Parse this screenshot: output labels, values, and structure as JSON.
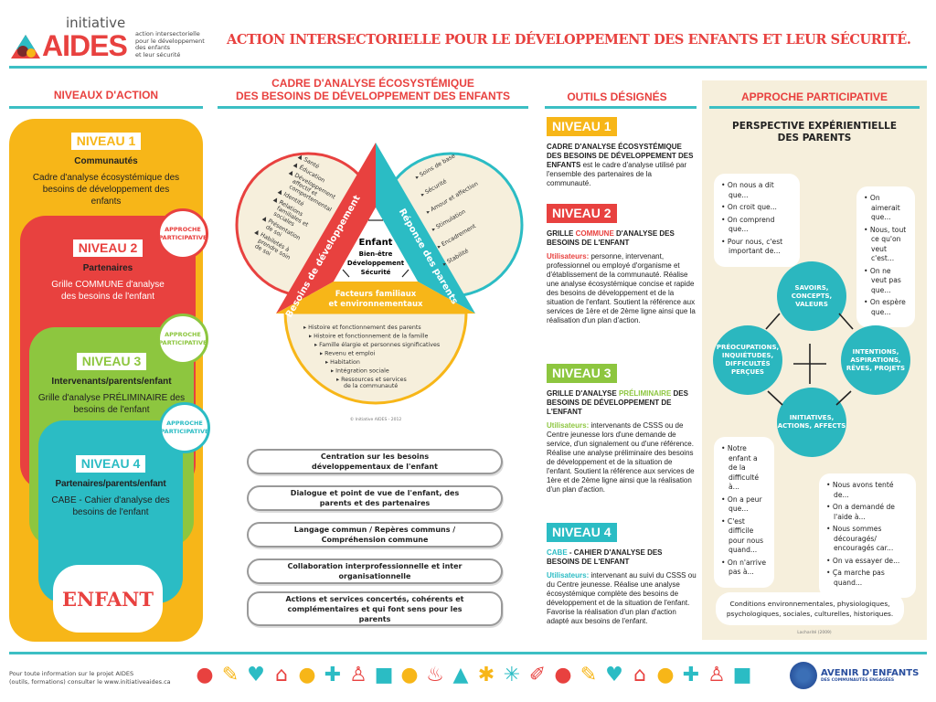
{
  "colors": {
    "red": "#e8413f",
    "teal": "#2bbcc4",
    "green": "#8dc63f",
    "yellow": "#f7b618",
    "beige": "#f6efdc"
  },
  "header": {
    "logo_top": "initiative",
    "logo_main": "AIDES",
    "logo_sub": [
      "action intersectorielle",
      "pour le développement",
      "des enfants",
      "et leur sécurité"
    ],
    "title": "ACTION INTERSECTORIELLE POUR LE DÉVELOPPEMENT DES ENFANTS ET LEUR SÉCURITÉ."
  },
  "columns": {
    "niveaux": "NIVEAUX D'ACTION",
    "cadre": [
      "CADRE D'ANALYSE ÉCOSYSTÉMIQUE",
      "DES BESOINS DE DÉVELOPPEMENT DES ENFANTS"
    ],
    "outils": "OUTILS DÉSIGNÉS",
    "approche": "APPROCHE PARTICIPATIVE"
  },
  "levels": [
    {
      "tag": "NIVEAU 1",
      "who": "Communautés",
      "desc": "Cadre d'analyse écosystémique des besoins de développement des enfants"
    },
    {
      "tag": "NIVEAU 2",
      "who": "Partenaires",
      "desc": "Grille COMMUNE d'analyse des besoins de l'enfant"
    },
    {
      "tag": "NIVEAU 3",
      "who": "Intervenants/parents/enfant",
      "desc": "Grille d'analyse PRÉLIMINAIRE des besoins de l'enfant"
    },
    {
      "tag": "NIVEAU 4",
      "who": "Partenaires/parents/enfant",
      "desc": "CABE - Cahier d'analyse des besoins de l'enfant"
    }
  ],
  "approche_badge": "APPROCHE PARTICIPATIVE",
  "enfant": "ENFANT",
  "diagram": {
    "left_band": "Besoins de développement",
    "right_band": "Réponse des parents",
    "bottom_band": [
      "Facteurs familiaux",
      "et environnementaux"
    ],
    "center": {
      "title": "Enfant",
      "lines": [
        "Bien-être",
        "Développement",
        "Sécurité"
      ]
    },
    "left_items": [
      "Santé",
      "Éducation",
      "Développement affectif et comportemental",
      "Identité",
      "Relations familiales et sociales",
      "Présentation de soi",
      "Habiletés à prendre soin de soi"
    ],
    "right_items": [
      "Soins de base",
      "Sécurité",
      "Amour et affection",
      "Stimulation",
      "Encadrement",
      "Stabilité"
    ],
    "bottom_items": [
      "Histoire et fonctionnement des parents",
      "Histoire et fonctionnement de la famille",
      "Famille élargie et personnes significatives",
      "Revenu et emploi",
      "Habitation",
      "Intégration sociale",
      "Ressources et services de la communauté"
    ],
    "copyright": "© Initiative AIDES - 2012"
  },
  "principles": [
    "Centration sur les besoins développementaux de l'enfant",
    "Dialogue et point de vue de l'enfant, des parents et des partenaires",
    "Langage commun / Repères communs / Compréhension commune",
    "Collaboration interprofessionnelle et inter organisationnelle",
    "Actions et services concertés, cohérents et complémentaires et qui font sens pour les parents"
  ],
  "tools": [
    {
      "tag": "NIVEAU 1",
      "title_pre": "",
      "title_hl": "",
      "title_post": "CADRE D'ANALYSE ÉCOSYSTÉMIQUE DES BESOINS DE DÉVELOPPEMENT DES ENFANTS",
      "users_label": "",
      "body": " est le cadre d'analyse utilisé par l'ensemble des partenaires de la communauté."
    },
    {
      "tag": "NIVEAU 2",
      "title_pre": "GRILLE ",
      "title_hl": "COMMUNE",
      "title_post": " D'ANALYSE DES BESOINS DE L'ENFANT",
      "users_label": "Utilisateurs:",
      "body": " personne, intervenant, professionnel ou employé d'organisme et d'établissement de la communauté. Réalise une analyse écosystémique concise et rapide des besoins de développement et de la situation de l'enfant. Soutient la référence aux services de 1ère et de 2ème ligne ainsi que la réalisation d'un plan d'action."
    },
    {
      "tag": "NIVEAU 3",
      "title_pre": "GRILLE D'ANALYSE ",
      "title_hl": "PRÉLIMINAIRE",
      "title_post": " DES BESOINS DE DÉVELOPPEMENT DE L'ENFANT",
      "users_label": "Utilisateurs:",
      "body": " intervenants de CSSS ou de Centre jeunesse lors d'une demande de service, d'un signalement ou d'une référence. Réalise une analyse préliminaire des besoins de développement et de la situation de l'enfant. Soutient la référence aux services de 1ère et de 2ème ligne ainsi que la réalisation d'un plan d'action."
    },
    {
      "tag": "NIVEAU 4",
      "title_pre": "",
      "title_hl": "CABE",
      "title_post": " - CAHIER D'ANALYSE DES BESOINS DE L'ENFANT",
      "users_label": "Utilisateurs:",
      "body": " intervenant au suivi du CSSS ou du Centre jeunesse. Réalise une analyse écosystémique complète des besoins de développement et de la situation de l'enfant. Favorise la réalisation d'un plan d'action adapté aux besoins de l'enfant."
    }
  ],
  "participative": {
    "title": [
      "PERSPECTIVE EXPÉRIENTIELLE",
      "DES PARENTS"
    ],
    "circles": [
      "SAVOIRS, CONCEPTS, VALEURS",
      "PRÉOCUPATIONS, INQUIÉTUDES, DIFFICULTÉS PERÇUES",
      "INTENTIONS, ASPIRATIONS, RÊVES, PROJETS",
      "INITIATIVES, ACTIONS, AFFECTS"
    ],
    "bubble_savoirs": [
      "On nous a dit que...",
      "On croit que...",
      "On comprend que...",
      "Pour nous, c'est important de..."
    ],
    "bubble_intentions": [
      "On aimerait que...",
      "Nous, tout ce qu'on veut c'est...",
      "On ne veut pas que...",
      "On espère que..."
    ],
    "bubble_preoccupations": [
      "Notre enfant a de la difficulté à...",
      "On a peur que...",
      "C'est difficile pour nous quand...",
      "On n'arrive pas à..."
    ],
    "bubble_initiatives": [
      "Nous avons tenté de...",
      "On a demandé de l'aide à...",
      "Nous sommes découragés/ encouragés car...",
      "On va essayer de...",
      "Ça marche pas quand..."
    ],
    "conditions": "Conditions environnementales, physiologiques, psychologiques, sociales, culturelles, historiques.",
    "source": "Lacharité (2009)"
  },
  "footer": {
    "info": [
      "Pour toute information sur le projet AIDES",
      "(outils, formations) consulter le www.initiativeaides.ca"
    ],
    "icons": [
      "basketball-icon",
      "pencil-icon",
      "heart-icon",
      "house-icon",
      "piggy-bank-icon",
      "cross-icon",
      "family-icon",
      "speech-bubble-icon",
      "apple-icon",
      "shower-icon",
      "coat-icon",
      "puzzle-icon",
      "sun-icon",
      "toothbrush-icon",
      "basketball-icon",
      "pencil-icon",
      "heart-icon",
      "house-icon",
      "piggy-bank-icon",
      "cross-icon",
      "family-icon",
      "speech-bubble-icon"
    ],
    "partner_name": "AVENIR D'ENFANTS",
    "partner_sub": "DES COMMUNAUTÉS ENGAGÉES"
  }
}
